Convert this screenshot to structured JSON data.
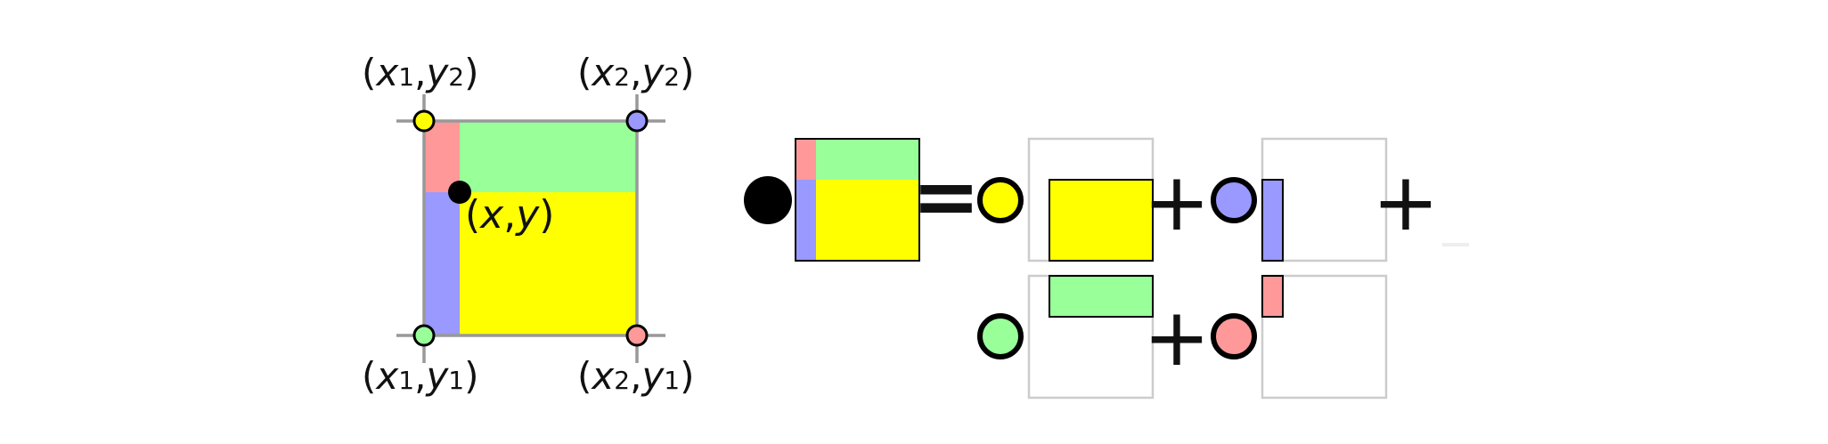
{
  "colors": {
    "yellow": "#ffff00",
    "green": "#99ff99",
    "blue": "#9999ff",
    "pink": "#ff9999",
    "grid": "#999999",
    "frame": "#cccccc",
    "ink": "#000000"
  },
  "left_diagram": {
    "corners": {
      "top_left": {
        "label_x": "x",
        "sub_x": "1",
        "label_y": "y",
        "sub_y": "2",
        "color": "yellow"
      },
      "top_right": {
        "label_x": "x",
        "sub_x": "2",
        "label_y": "y",
        "sub_y": "2",
        "color": "blue"
      },
      "bottom_left": {
        "label_x": "x",
        "sub_x": "1",
        "label_y": "y",
        "sub_y": "1",
        "color": "green"
      },
      "bottom_right": {
        "label_x": "x",
        "sub_x": "2",
        "label_y": "y",
        "sub_y": "1",
        "color": "pink"
      }
    },
    "point": {
      "label_x": "x",
      "label_y": "y"
    }
  },
  "equation": {
    "equals": "=",
    "plus": "+"
  }
}
